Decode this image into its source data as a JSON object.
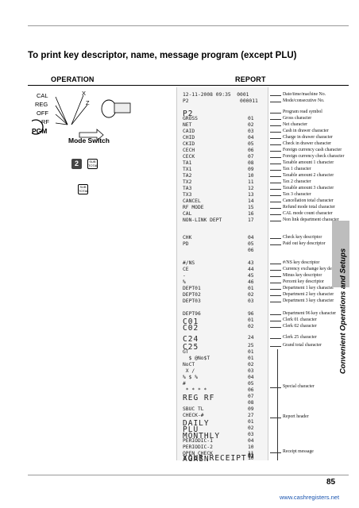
{
  "title": "To print key descriptor, name, message program (except PLU)",
  "operation_head": "OPERATION",
  "report_head": "REPORT",
  "mode_switch": {
    "positions": [
      "CAL",
      "REG",
      "OFF",
      "RF",
      "PGM",
      "X",
      "Z"
    ],
    "label": "Mode Switch"
  },
  "keys": {
    "num": "2",
    "subtotal_1": "SUB TOTAL",
    "subtotal_2": "SUB TOTAL"
  },
  "receipt_lines": [
    {
      "t": "12-11-2008 09:35  0001"
    },
    {
      "t": "P2                 000011"
    },
    {
      "t": "P2"
    },
    {
      "t": "GROSS",
      "n": "01"
    },
    {
      "t": "NET",
      "n": "02"
    },
    {
      "t": "CAID",
      "n": "03"
    },
    {
      "t": "CHID",
      "n": "04"
    },
    {
      "t": "CKID",
      "n": "05"
    },
    {
      "t": "CECH",
      "n": "06"
    },
    {
      "t": "CECK",
      "n": "07"
    },
    {
      "t": "TA1",
      "n": "08"
    },
    {
      "t": "TX1",
      "n": "09"
    },
    {
      "t": "TA2",
      "n": "10"
    },
    {
      "t": "TX2",
      "n": "11"
    },
    {
      "t": "TA3",
      "n": "12"
    },
    {
      "t": "TX3",
      "n": "13"
    },
    {
      "t": "CANCEL",
      "n": "14"
    },
    {
      "t": "RF MODE",
      "n": "15"
    },
    {
      "t": "CAL",
      "n": "16"
    },
    {
      "t": "NON-LINK DEPT",
      "n": "17"
    },
    {
      "t": "CHK",
      "n": "04"
    },
    {
      "t": "PD",
      "n": "05"
    },
    {
      "t": "",
      "n": "06"
    },
    {
      "t": "#/NS",
      "n": "43"
    },
    {
      "t": "CE",
      "n": "44"
    },
    {
      "t": "-",
      "n": "45"
    },
    {
      "t": "%",
      "n": "46"
    },
    {
      "t": "DEPT01",
      "n": "01"
    },
    {
      "t": "DEPT02",
      "n": "02"
    },
    {
      "t": "DEPT03",
      "n": "03"
    },
    {
      "t": "DEPT96",
      "n": "96"
    },
    {
      "t": "C01",
      "n": "01"
    },
    {
      "t": "C02",
      "n": "02"
    },
    {
      "t": "C24",
      "n": "24"
    },
    {
      "t": "C25",
      "n": "25"
    },
    {
      "t": "GT",
      "n": "01"
    },
    {
      "t": "  $ @No$T",
      "n": "01"
    },
    {
      "t": "NoCT",
      "n": "02"
    },
    {
      "t": " X /",
      "n": "03"
    },
    {
      "t": "% $ %",
      "n": "04"
    },
    {
      "t": "#",
      "n": "05"
    },
    {
      "t": " * * * *",
      "n": "06"
    },
    {
      "t": "REG RF",
      "n": "07"
    },
    {
      "t": "",
      "n": "08"
    },
    {
      "t": "SBUC TL",
      "n": "09"
    },
    {
      "t": "CHECK-#",
      "n": "27"
    },
    {
      "t": "DAILY",
      "n": "01"
    },
    {
      "t": "PLU",
      "n": "02"
    },
    {
      "t": "MONTHLY",
      "n": "03"
    },
    {
      "t": "PERIODIC-1",
      "n": "04"
    },
    {
      "t": "PERIODIC-2",
      "n": "10"
    },
    {
      "t": "OPEN CHECK",
      "n": "11"
    },
    {
      "t": "",
      "n": "01"
    },
    {
      "t": "",
      "n": "02"
    },
    {
      "t": "YOUR RECEIPT",
      "n": "03"
    },
    {
      "t": "AGAIN",
      "n": ""
    },
    {
      "t": "",
      "n": "10"
    }
  ],
  "annotations": [
    "Date/time/machine No.",
    "Mode/consecutive No.",
    "Program read symbol",
    "Gross character",
    "Net character",
    "Cash in drawer character",
    "Charge in drawer character",
    "Check in drawer character",
    "Foreign currency cash character",
    "Foreign currency check character",
    "Taxable amount 1 character",
    "Tax 1 character",
    "Taxable amount 2 character",
    "Tax 2 character",
    "Taxable amount 3 character",
    "Tax 3 character",
    "Cancellation total character",
    "Refund mode total character",
    "CAL mode count character",
    "Non link department character",
    "Check key descriptor",
    "Paid out key descriptor",
    "#/NS key descriptor",
    "Currency exchange key descriptor",
    "Minus key descriptor",
    "Percent key descriptor",
    "Department 1 key character",
    "Department 2 key character",
    "Department 3 key character",
    "Department 96 key character",
    "Clerk 01 character",
    "Clerk 02 character",
    "Clerk 25 character",
    "Grand total character",
    "Special character",
    "Report header",
    "Receipt message"
  ],
  "side_tab": "Convenient Operations and Setups",
  "page_number": "85",
  "website": "www.cashregisters.net"
}
